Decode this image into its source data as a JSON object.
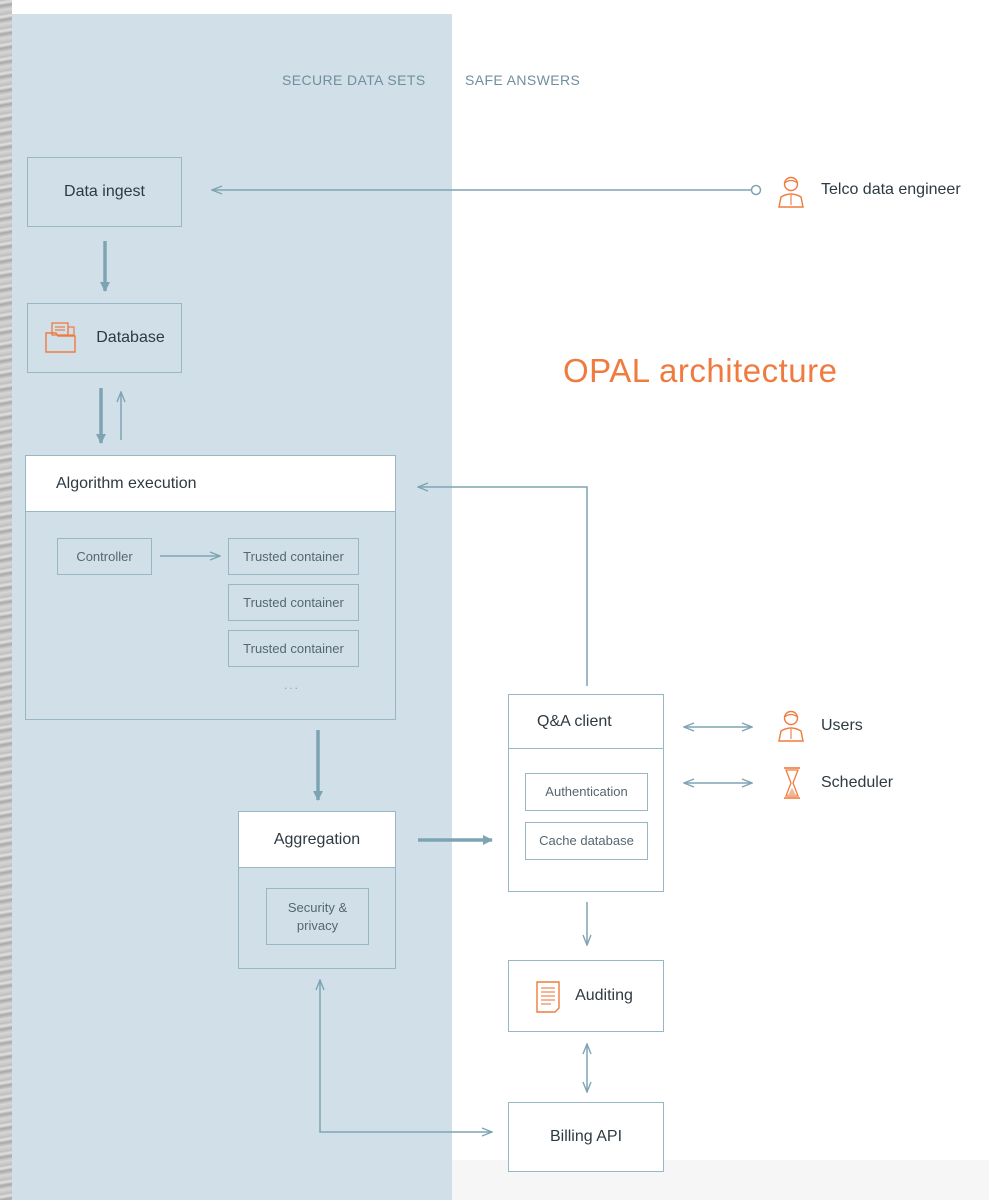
{
  "zones": {
    "secure_label": "SECURE DATA SETS",
    "safe_label": "SAFE ANSWERS"
  },
  "title": "OPAL architecture",
  "nodes": {
    "data_ingest": "Data ingest",
    "database": "Database",
    "algorithm_execution": "Algorithm execution",
    "controller": "Controller",
    "trusted_containers": [
      "Trusted container",
      "Trusted container",
      "Trusted container"
    ],
    "containers_more": "...",
    "aggregation": "Aggregation",
    "security_privacy": "Security & privacy",
    "qa_client": "Q&A client",
    "authentication": "Authentication",
    "cache_database": "Cache database",
    "auditing": "Auditing",
    "billing_api": "Billing API"
  },
  "actors": {
    "telco_data_engineer": "Telco data engineer",
    "users": "Users",
    "scheduler": "Scheduler"
  },
  "icons": {
    "database": "folder-icon",
    "auditing": "document-icon",
    "telco_data_engineer": "person-icon",
    "users": "person-icon",
    "scheduler": "hourglass-icon"
  },
  "colors": {
    "accent": "#ef7b3f",
    "secure_zone": "#d1e0e8",
    "connector": "#7ea4b3",
    "box_border": "#98b7c4"
  }
}
